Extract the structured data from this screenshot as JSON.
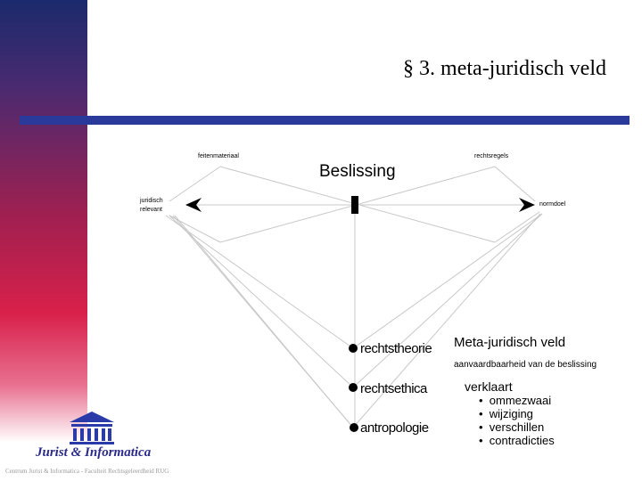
{
  "slide": {
    "title": "§ 3. meta-juridisch veld"
  },
  "diagram": {
    "center_label": "Beslissing",
    "top_left": "feitenmateriaal",
    "top_right": "rechtsregels",
    "left_line1": "juridisch",
    "left_line2": "relevant",
    "right": "normdoel",
    "nodes": [
      "rechtstheorie",
      "rechtsethica",
      "antropologie"
    ],
    "meta_title": "Meta-juridisch veld",
    "meta_subtitle": "aanvaardbaarheid van de beslissing",
    "explains": "verklaart",
    "bullets": [
      "ommezwaai",
      "wijziging",
      "verschillen",
      "contradicties"
    ]
  },
  "logo": {
    "text": "Jurist & Informatica",
    "footer": "Centrum Jurist & Informatica - Faculteit Rechtsgeleerdheid RUG"
  },
  "colors": {
    "accent_bar": "#2a3a9a",
    "logo": "#2a2a8a"
  }
}
